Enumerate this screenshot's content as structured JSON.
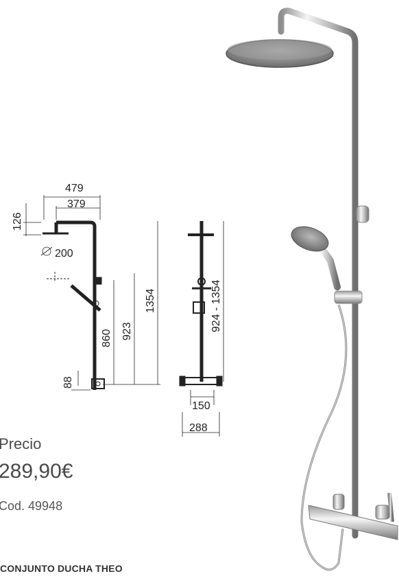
{
  "drawing": {
    "dim_479": "479",
    "dim_379": "379",
    "dim_126": "126",
    "dim_200": "200",
    "dim_860": "860",
    "dim_923": "923",
    "dim_1354": "1354",
    "dim_88": "88",
    "dim_924_1354": "924 - 1354",
    "dim_150": "150",
    "dim_288": "288"
  },
  "product": {
    "price_label": "Precio",
    "price": "289,90€",
    "code": "Cod. 49948",
    "name": "CONJUNTO DUCHA THEO"
  }
}
